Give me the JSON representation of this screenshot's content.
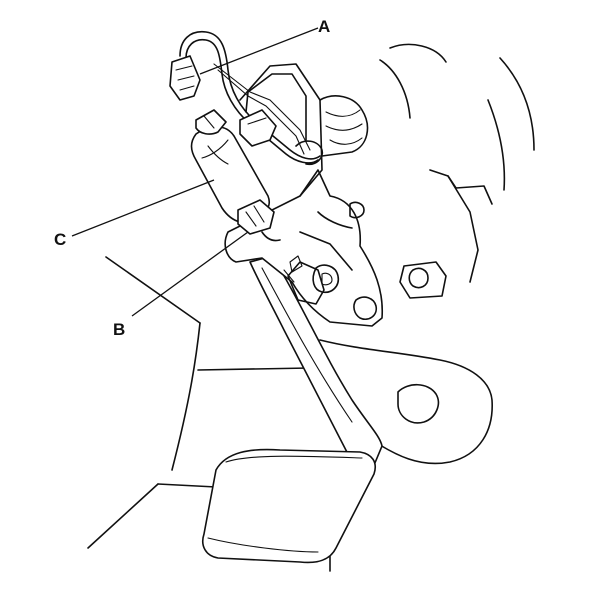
{
  "callouts": {
    "a": "A",
    "b": "B",
    "c": "C"
  },
  "colors": {
    "ink": "#111111",
    "background": "#ffffff"
  }
}
